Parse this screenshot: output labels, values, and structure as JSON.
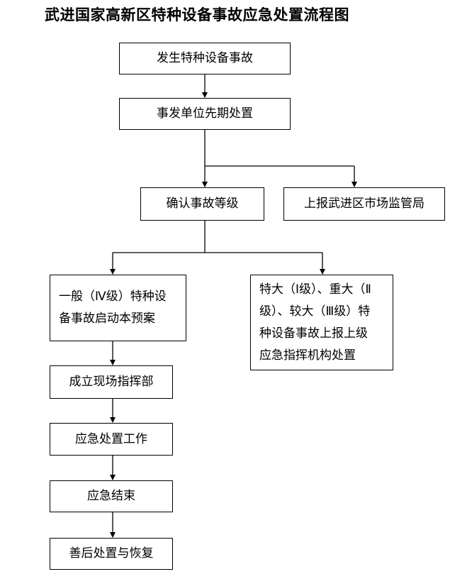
{
  "title": "武进国家高新区特种设备事故应急处置流程图",
  "nodes": {
    "occur": "发生特种设备事故",
    "initial_response": "事发单位先期处置",
    "confirm_level": "确认事故等级",
    "report_market_bureau": "上报武进区市场监管局",
    "general_plan_line1": "一般（Ⅳ级）特种设",
    "general_plan_line2": "备事故启动本预案",
    "major_report_line1": "特大（Ⅰ级）、重大（Ⅱ",
    "major_report_line2": "级）、较大（Ⅲ级）特",
    "major_report_line3": "种设备事故上报上级",
    "major_report_line4": "应急指挥机构处置",
    "setup_command": "成立现场指挥部",
    "emergency_work": "应急处置工作",
    "emergency_end": "应急结束",
    "aftermath": "善后处置与恢复"
  },
  "colors": {
    "line": "#000000",
    "box_border": "#000000",
    "background": "#ffffff"
  }
}
